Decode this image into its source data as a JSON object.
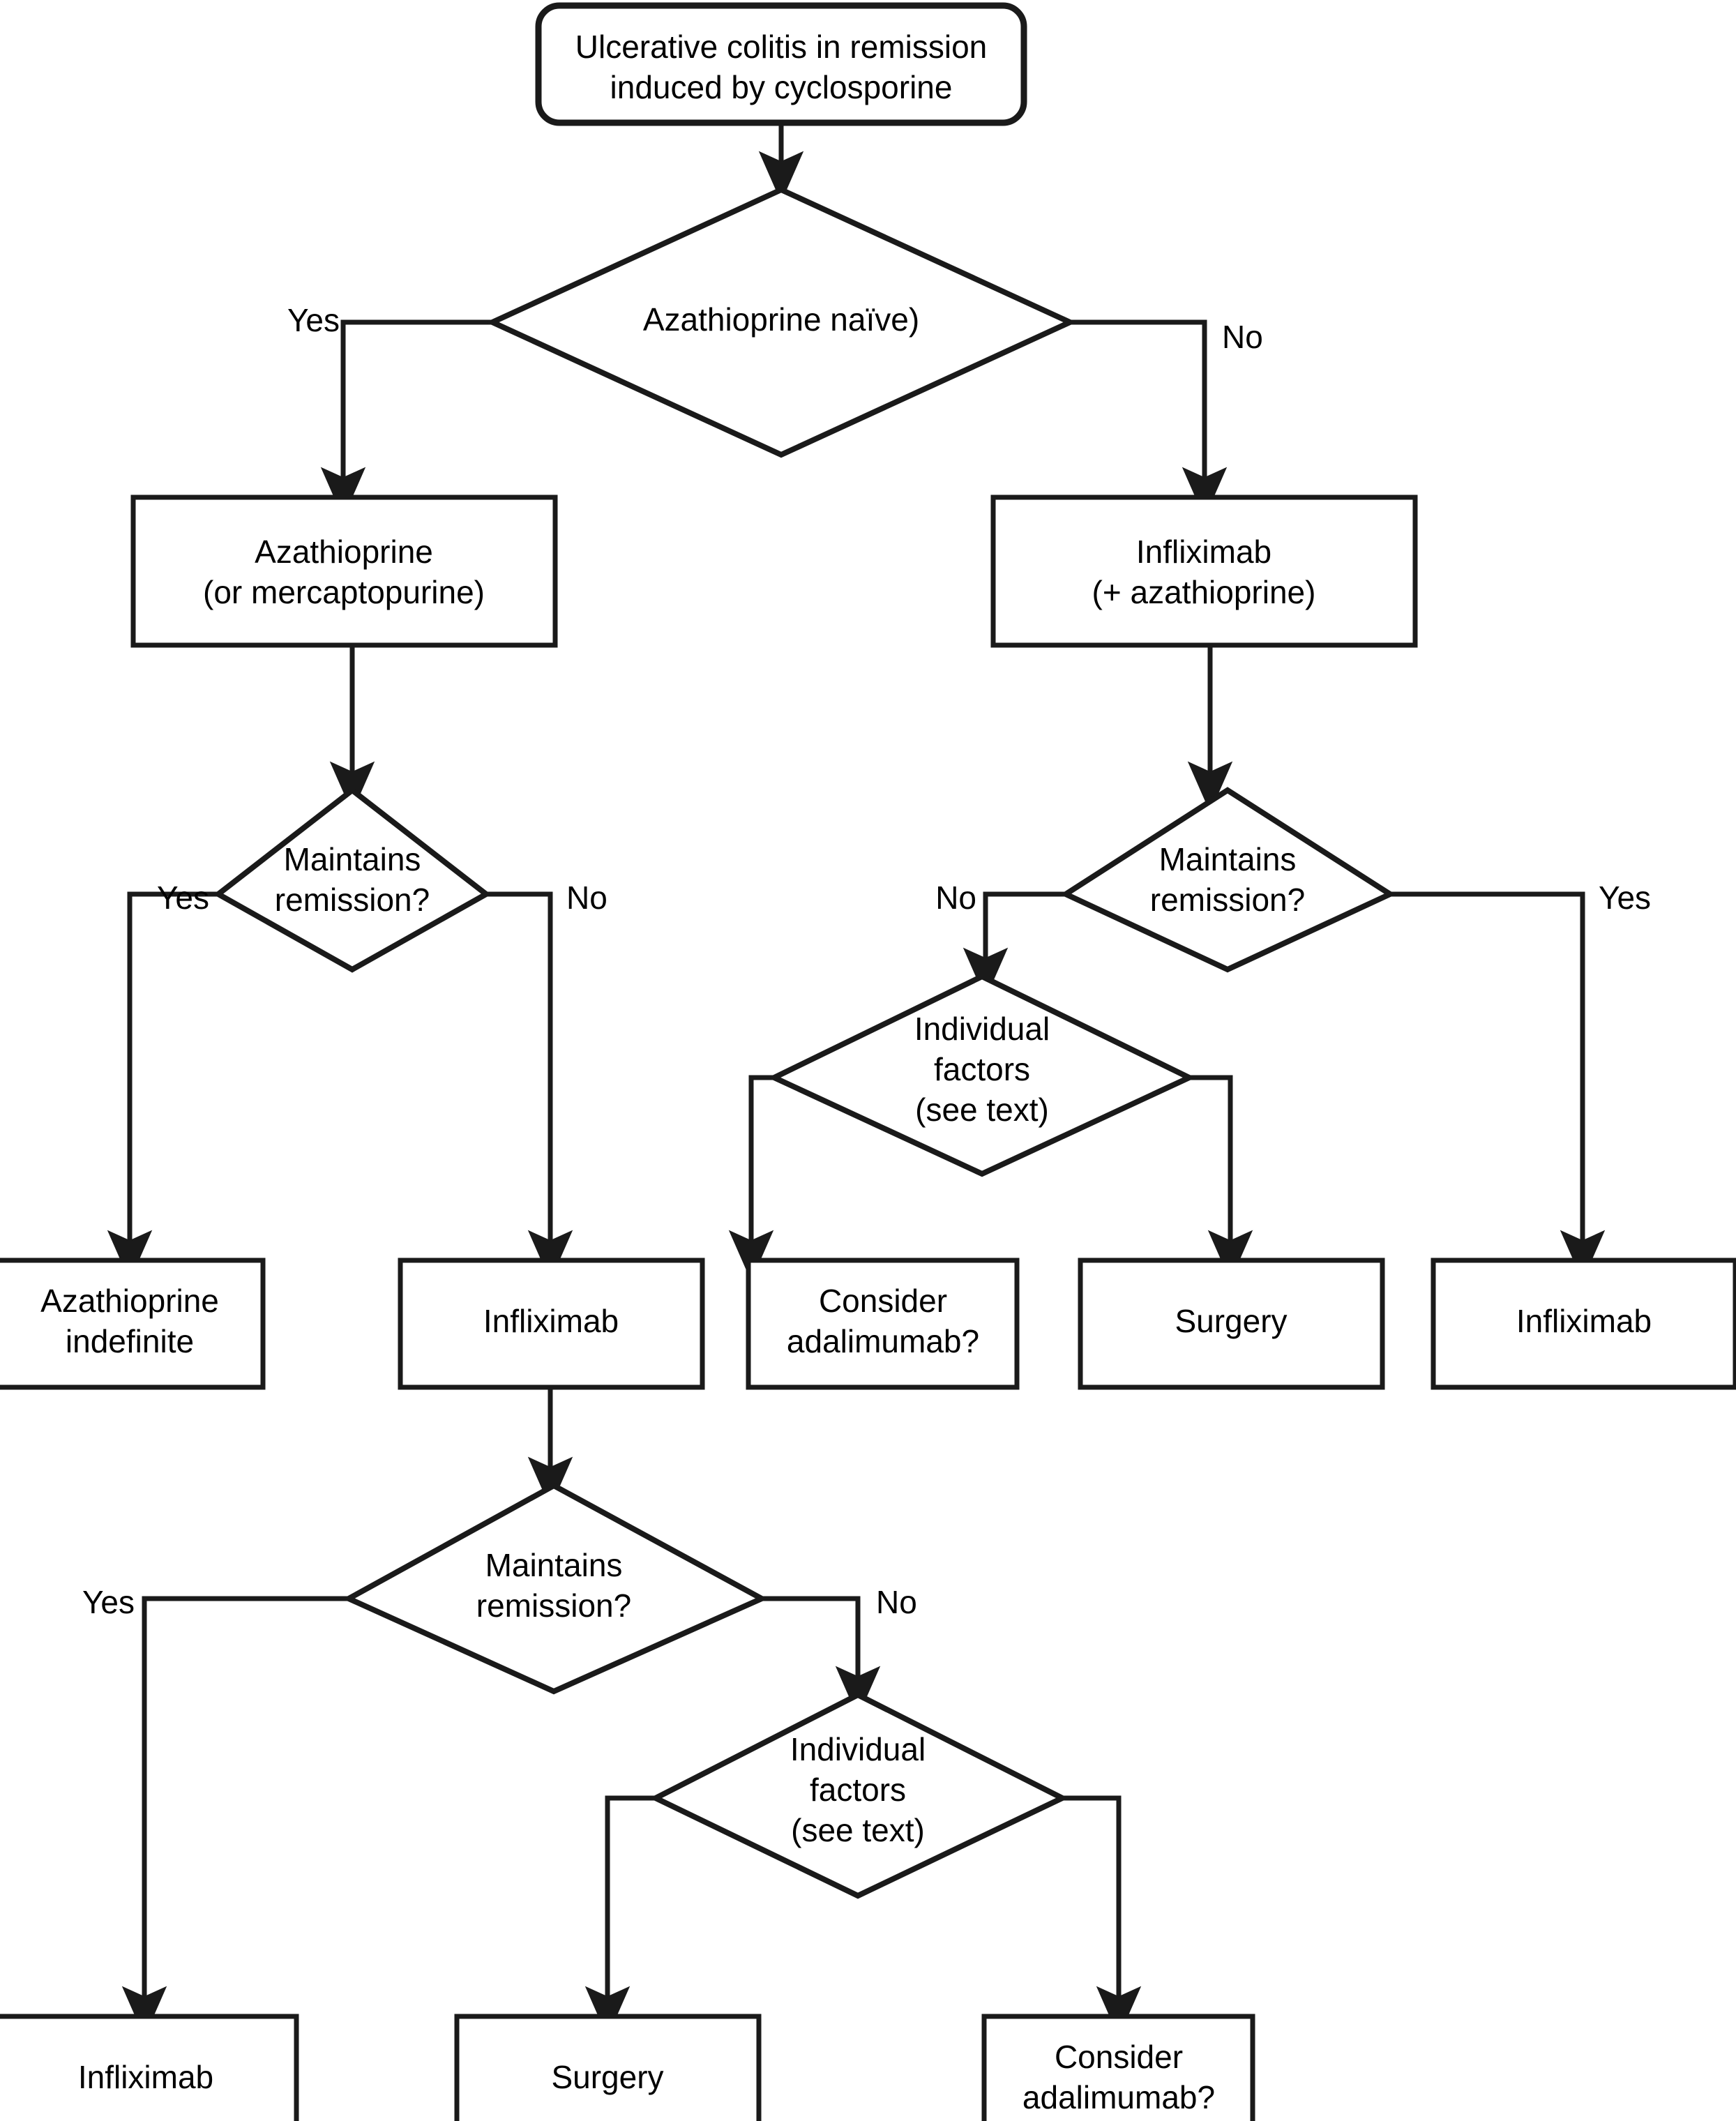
{
  "diagram": {
    "title": "Ulcerative colitis maintenance after cyclosporine-induced remission",
    "type": "flowchart",
    "colors": {
      "stroke": "#1a1a1a",
      "fill": "#ffffff",
      "text": "#000000"
    },
    "nodes": {
      "start": {
        "shape": "rounded-rect",
        "line1": "Ulcerative colitis in remission",
        "line2": "induced by cyclosporine"
      },
      "d_aza_naive": {
        "shape": "diamond",
        "line1": "Azathioprine naïve)"
      },
      "p_azathioprine": {
        "shape": "rect",
        "line1": "Azathioprine",
        "line2": "(or mercaptopurine)"
      },
      "p_infliximab_aza": {
        "shape": "rect",
        "line1": "Infliximab",
        "line2": "(+ azathioprine)"
      },
      "d_maintains_left": {
        "shape": "diamond",
        "line1": "Maintains",
        "line2": "remission?"
      },
      "d_maintains_right": {
        "shape": "diamond",
        "line1": "Maintains",
        "line2": "remission?"
      },
      "d_individual_upper": {
        "shape": "diamond",
        "line1": "Individual",
        "line2": "factors",
        "line3": "(see text)"
      },
      "r_aza_indefinite": {
        "shape": "rect",
        "line1": "Azathioprine",
        "line2": "indefinite"
      },
      "r_infliximab_mid": {
        "shape": "rect",
        "line1": "Infliximab"
      },
      "r_consider_adalimumab_mid": {
        "shape": "rect",
        "line1": "Consider",
        "line2": "adalimumab?"
      },
      "r_surgery_mid": {
        "shape": "rect",
        "line1": "Surgery"
      },
      "r_infliximab_right": {
        "shape": "rect",
        "line1": "Infliximab"
      },
      "d_maintains_bottom": {
        "shape": "diamond",
        "line1": "Maintains",
        "line2": "remission?"
      },
      "d_individual_lower": {
        "shape": "diamond",
        "line1": "Individual",
        "line2": "factors",
        "line3": "(see text)"
      },
      "r_infliximab_bottom": {
        "shape": "rect",
        "line1": "Infliximab"
      },
      "r_surgery_bottom": {
        "shape": "rect",
        "line1": "Surgery"
      },
      "r_consider_adalimumab_bottom": {
        "shape": "rect",
        "line1": "Consider",
        "line2": "adalimumab?"
      }
    },
    "edge_labels": {
      "naive_yes": "Yes",
      "naive_no": "No",
      "maintains_left_yes": "Yes",
      "maintains_left_no": "No",
      "maintains_right_no": "No",
      "maintains_right_yes": "Yes",
      "maintains_bottom_yes": "Yes",
      "maintains_bottom_no": "No"
    }
  }
}
